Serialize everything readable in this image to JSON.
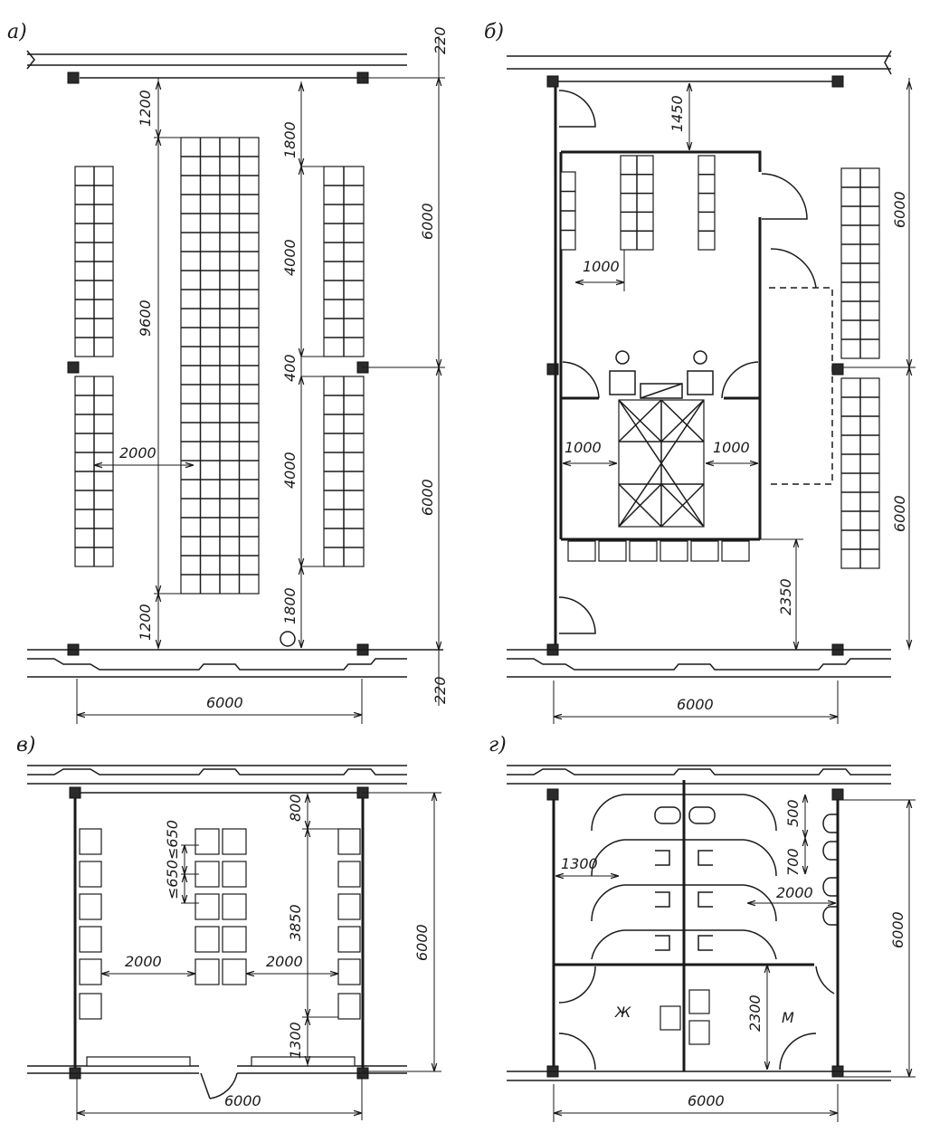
{
  "panel_a": {
    "label": "а)",
    "dims": {
      "d220_top": "220",
      "d1200_top": "1200",
      "d9600": "9600",
      "d1800_top": "1800",
      "d4000_top": "4000",
      "d6000_r1": "6000",
      "d400": "400",
      "d4000_bot": "4000",
      "d6000_r2": "6000",
      "d2000": "2000",
      "d1800_bot": "1800",
      "d1200_bot": "1200",
      "d220_bot": "220",
      "d6000_w": "6000"
    }
  },
  "panel_b": {
    "label": "б)",
    "dims": {
      "d1450": "1450",
      "d6000_r1": "6000",
      "d1000_top": "1000",
      "d1000_left": "1000",
      "d1000_right": "1000",
      "d6000_r2": "6000",
      "d2350": "2350",
      "d6000_w": "6000"
    }
  },
  "panel_v": {
    "label": "в)",
    "dims": {
      "d650a": "≤650",
      "d650b": "≤650",
      "d800": "800",
      "d3850": "3850",
      "d6000_r": "6000",
      "d2000_l": "2000",
      "d2000_r": "2000",
      "d1300": "1300",
      "d6000_w": "6000"
    }
  },
  "panel_g": {
    "label": "г)",
    "dims": {
      "d700": "700",
      "d500": "500",
      "d1300": "1300",
      "d2000": "2000",
      "d6000_r": "6000",
      "d2300": "2300",
      "d6000_w": "6000"
    },
    "rooms": {
      "women": "Ж",
      "men": "М"
    }
  }
}
